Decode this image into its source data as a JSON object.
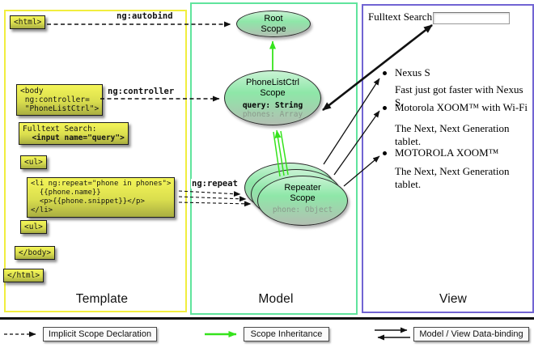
{
  "colors": {
    "template_border": "#f1ee3e",
    "model_border": "#60e49d",
    "view_border": "#7164d3",
    "inheritance_green": "#35e31c",
    "note_yellow_top": "#f4f558",
    "note_yellow_bottom": "#a9ae41",
    "scope_green": "#8ee7a8"
  },
  "template_column": {
    "title": "Template",
    "html_open": "<html>",
    "body_open": {
      "l1": "<body",
      "l2": " ng:controller=",
      "l3": " \"PhoneListCtrl\">"
    },
    "fulltext_note": {
      "l1": "Fulltext Search:",
      "l2": "  <input name=\"query\">"
    },
    "ul_open": "<ul>",
    "li_note": {
      "l1": "<li ng:repeat=\"phone in phones\">",
      "l2": "  {{phone.name}}",
      "l3": "  <p>{{phone.snippet}}</p>",
      "l4": "</li>"
    },
    "ul_close": "<ul>",
    "body_close": "</body>",
    "html_close": "</html>"
  },
  "connectors": {
    "autobind": "ng:autobind",
    "controller": "ng:controller",
    "repeat": "ng:repeat"
  },
  "model_column": {
    "title": "Model",
    "root_scope": {
      "l1": "Root",
      "l2": "Scope"
    },
    "phonelist_scope": {
      "l1": "PhoneListCtrl",
      "l2": "Scope",
      "prop1": "query: String",
      "prop2": "phones: Array"
    },
    "repeater_scope": {
      "l1": "Repeater",
      "l2": "Scope",
      "prop1": "phone: Object"
    }
  },
  "view_column": {
    "title": "View",
    "search_label": "Fulltext Search:",
    "search_value": "",
    "items": [
      {
        "name": "Nexus S",
        "snippet": "Fast just got faster with Nexus S."
      },
      {
        "name": "Motorola XOOM™ with Wi-Fi",
        "snippet": "The Next, Next Generation tablet."
      },
      {
        "name": "MOTOROLA XOOM™",
        "snippet": "The Next, Next Generation tablet."
      }
    ]
  },
  "legend": {
    "implicit": "Implicit Scope Declaration",
    "inheritance": "Scope Inheritance",
    "binding": "Model / View Data-binding"
  }
}
